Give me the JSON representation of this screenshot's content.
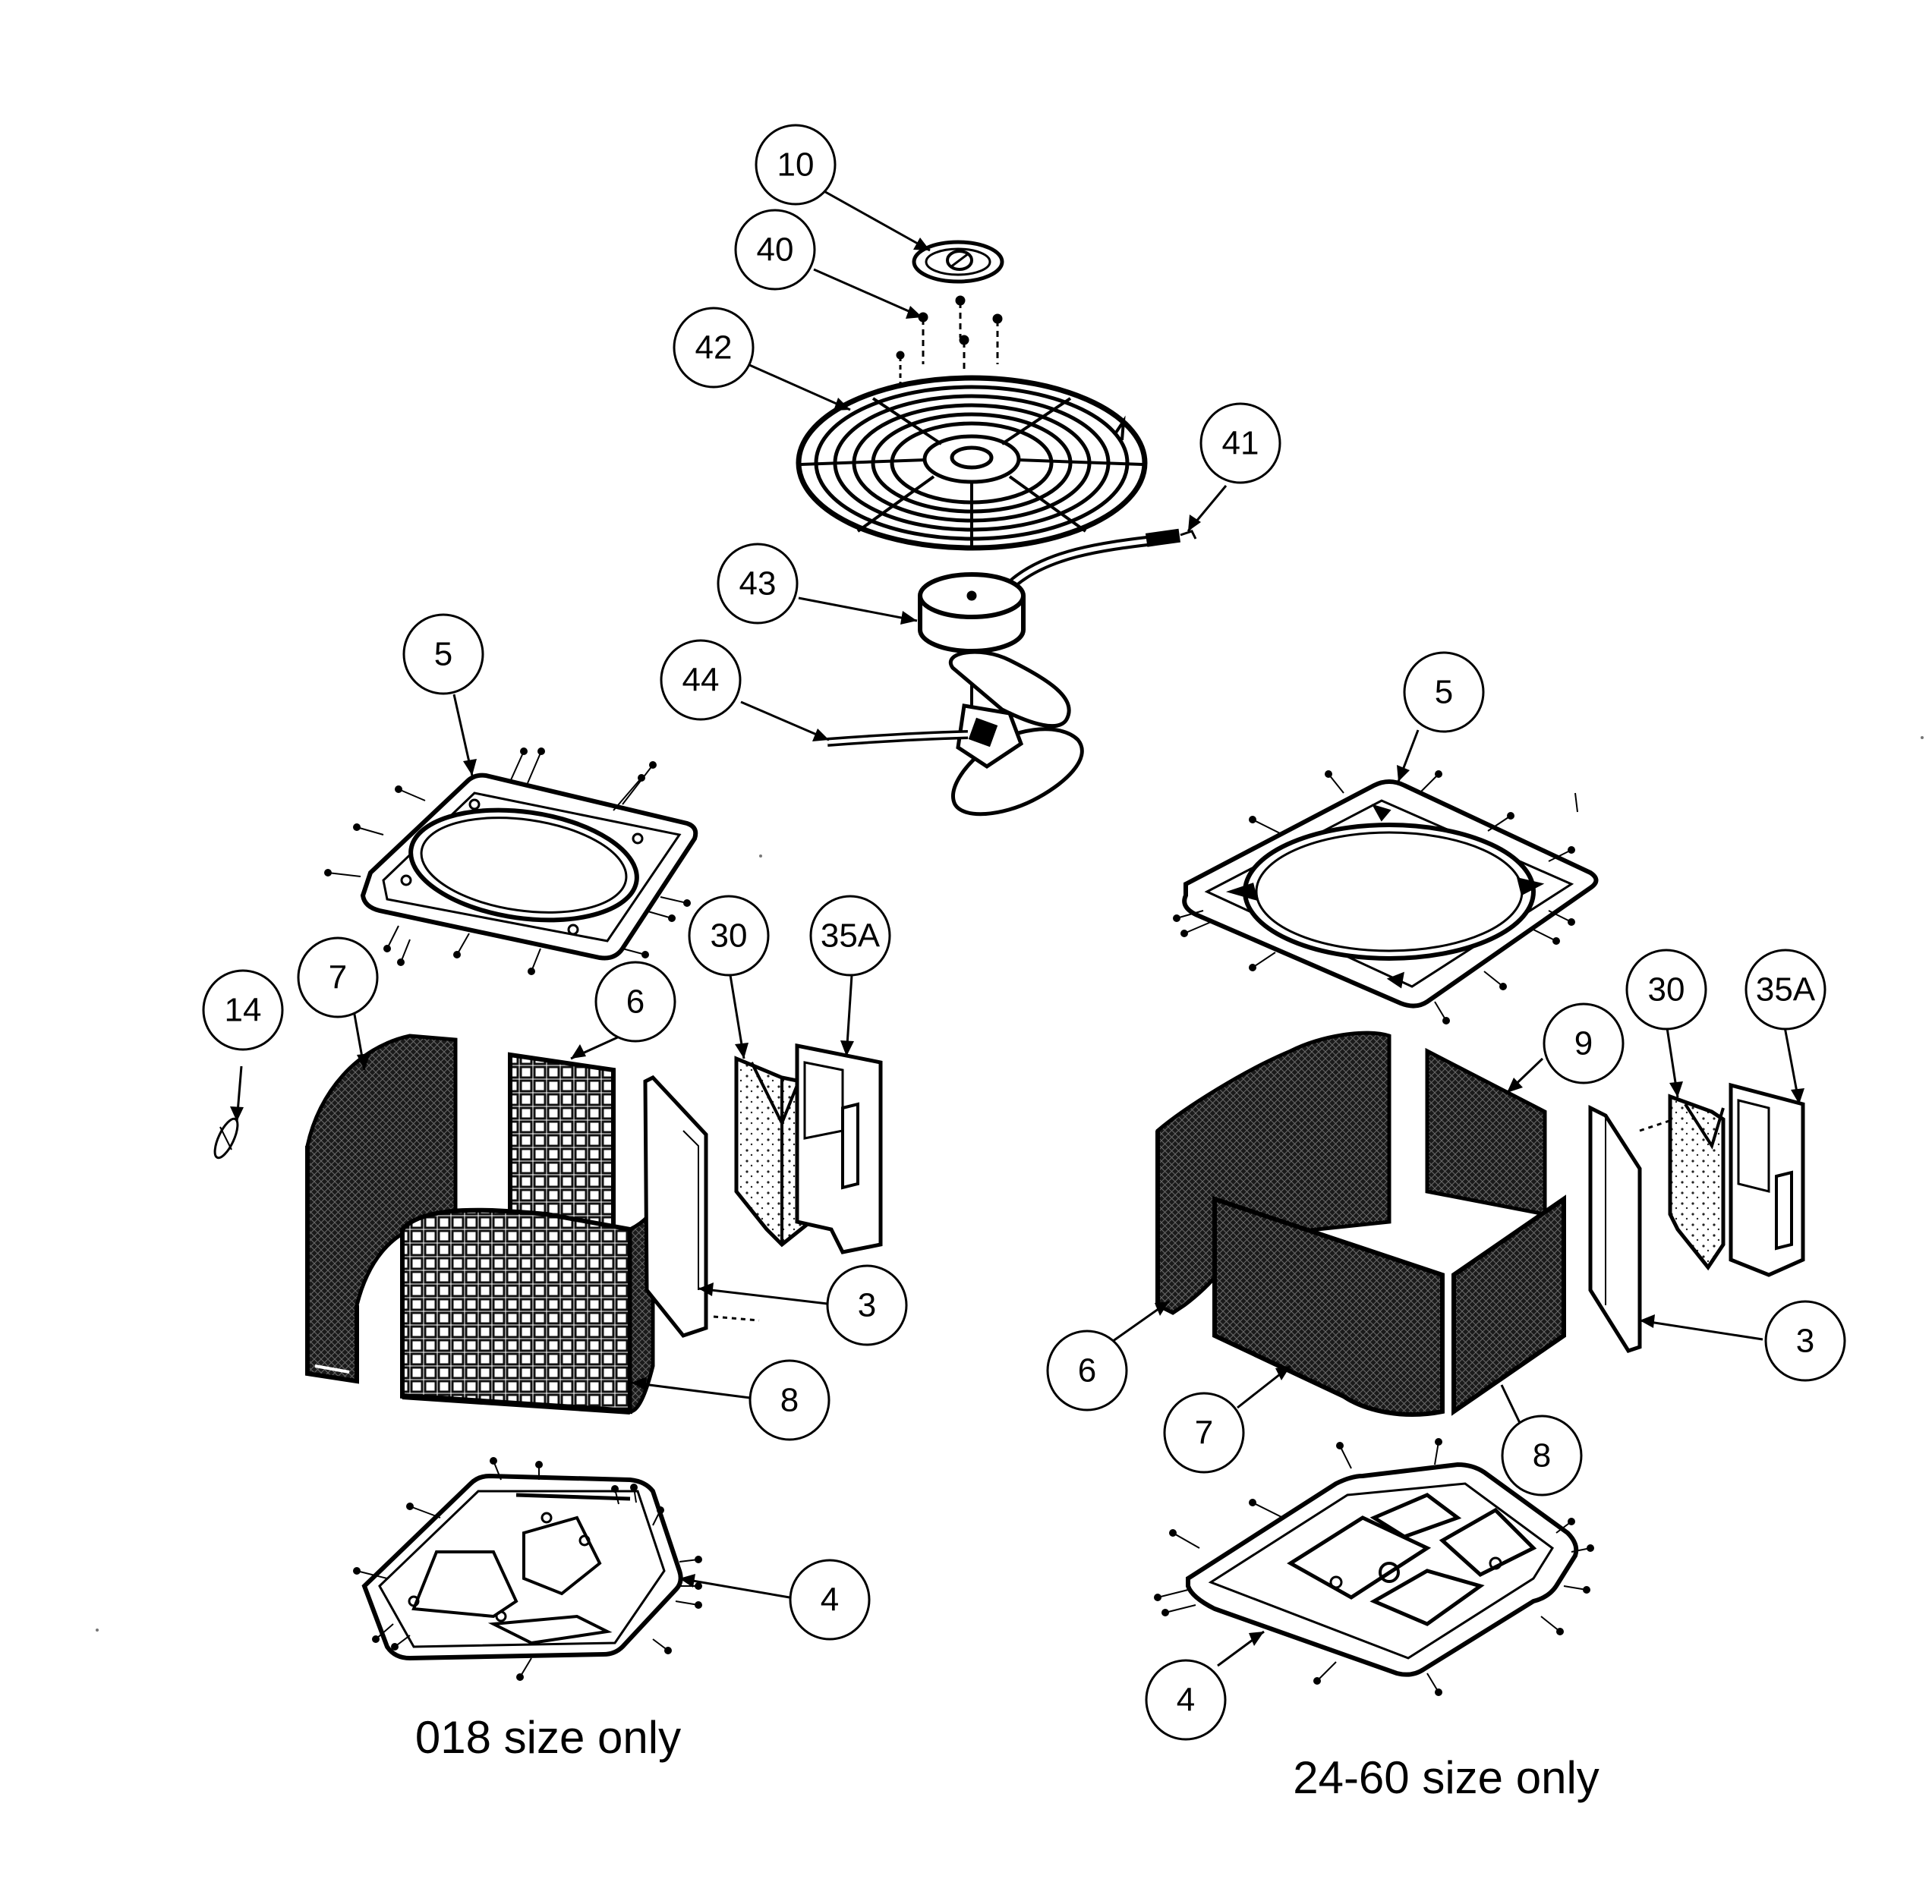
{
  "callouts_top": {
    "c10": "10",
    "c40": "40",
    "c42": "42",
    "c41": "41",
    "c43": "43",
    "c44": "44"
  },
  "callouts_left": {
    "c5": "5",
    "c7": "7",
    "c14": "14",
    "c6": "6",
    "c30": "30",
    "c35a": "35A",
    "c3": "3",
    "c8": "8",
    "c4": "4"
  },
  "callouts_right": {
    "c5": "5",
    "c30": "30",
    "c35a": "35A",
    "c9": "9",
    "c3": "3",
    "c6": "6",
    "c7": "7",
    "c8": "8",
    "c4": "4"
  },
  "captions": {
    "left": "018 size only",
    "right": "24-60 size only"
  }
}
